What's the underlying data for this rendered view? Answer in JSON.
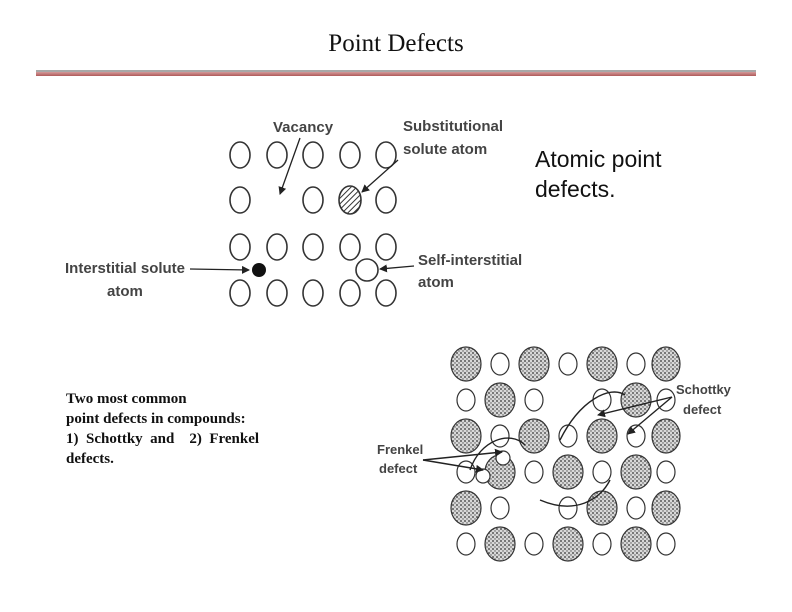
{
  "title": "Point Defects",
  "caption_right": {
    "line1": "Atomic point",
    "line2": "defects."
  },
  "caption_left": {
    "line1": "Two most common",
    "line2": "point defects in compounds:",
    "line3": "1)  Schottky  and    2)  Frenkel",
    "line4": "defects."
  },
  "diagram1": {
    "vacancy": "Vacancy",
    "substitutional_1": "Substitutional",
    "substitutional_2": "solute atom",
    "interstitial_1": "Interstitial solute",
    "interstitial_2": "atom",
    "self_interstitial_1": "Self-interstitial",
    "self_interstitial_2": "atom"
  },
  "diagram2": {
    "schottky_1": "Schottky",
    "schottky_2": "defect",
    "frenkel_1": "Frenkel",
    "frenkel_2": "defect"
  }
}
